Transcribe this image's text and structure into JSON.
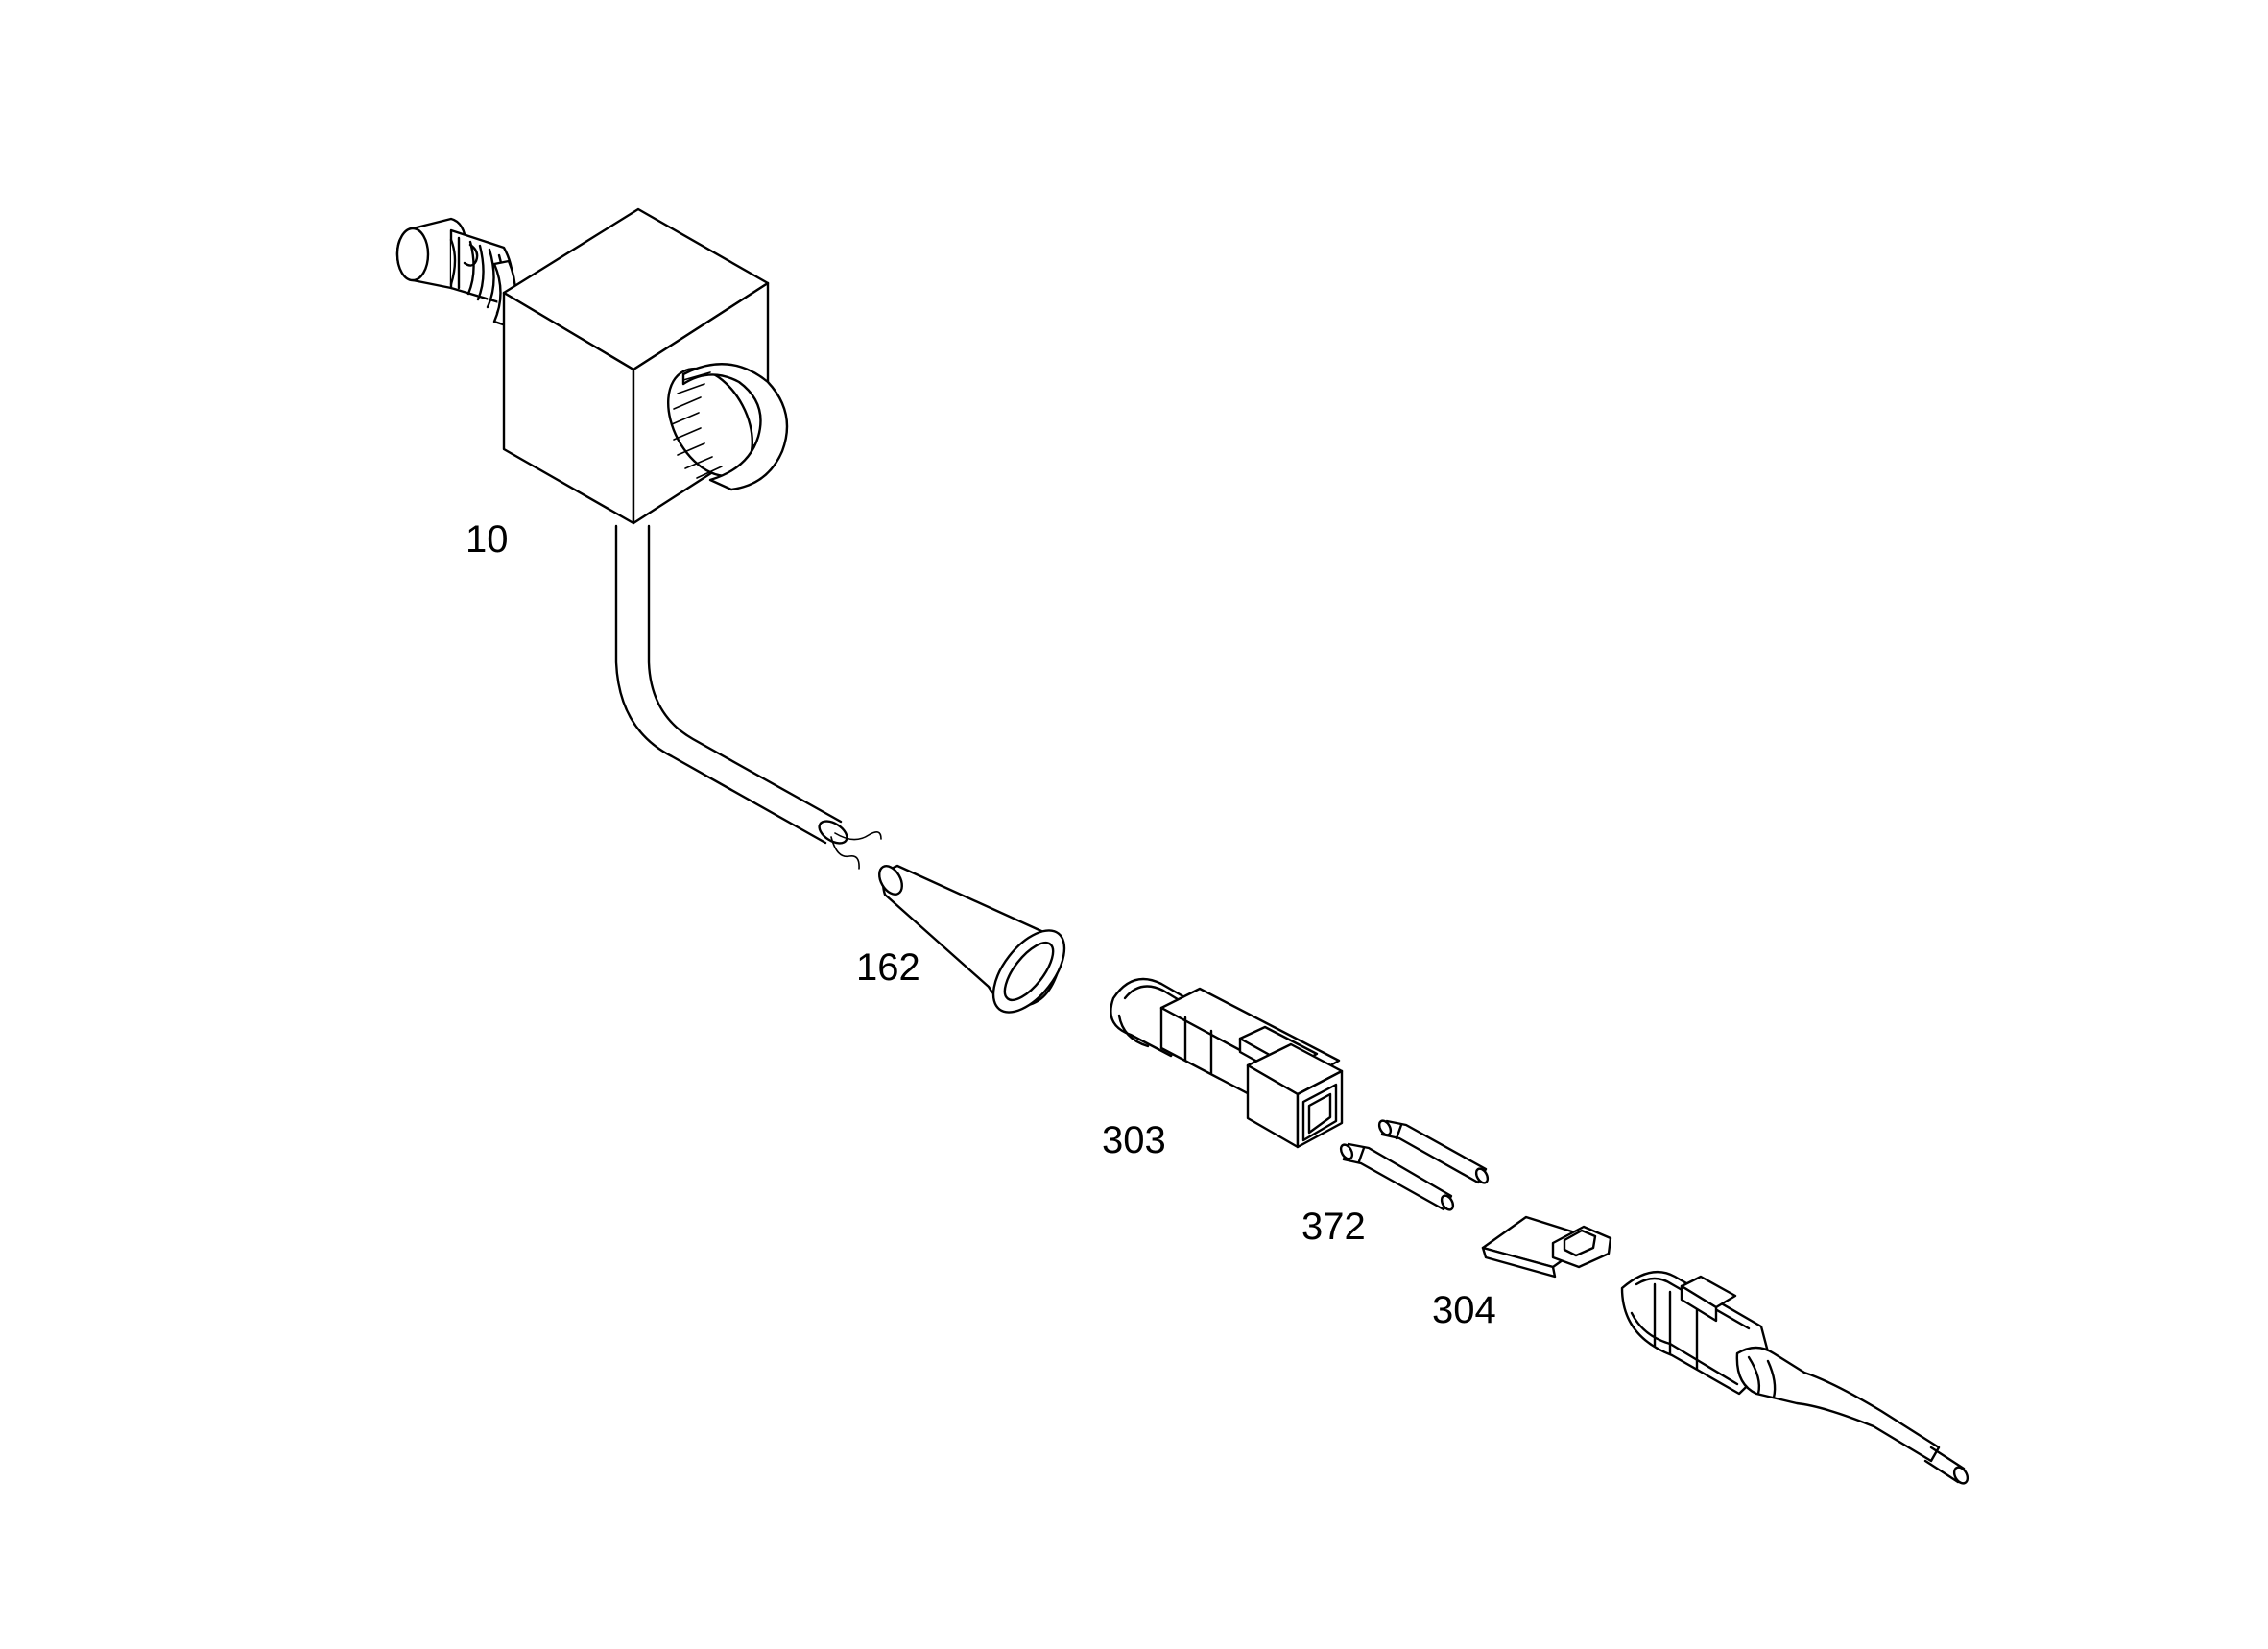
{
  "callouts": {
    "sensor": "10",
    "seal": "162",
    "housing": "303",
    "pins": "372",
    "wedge": "304"
  }
}
